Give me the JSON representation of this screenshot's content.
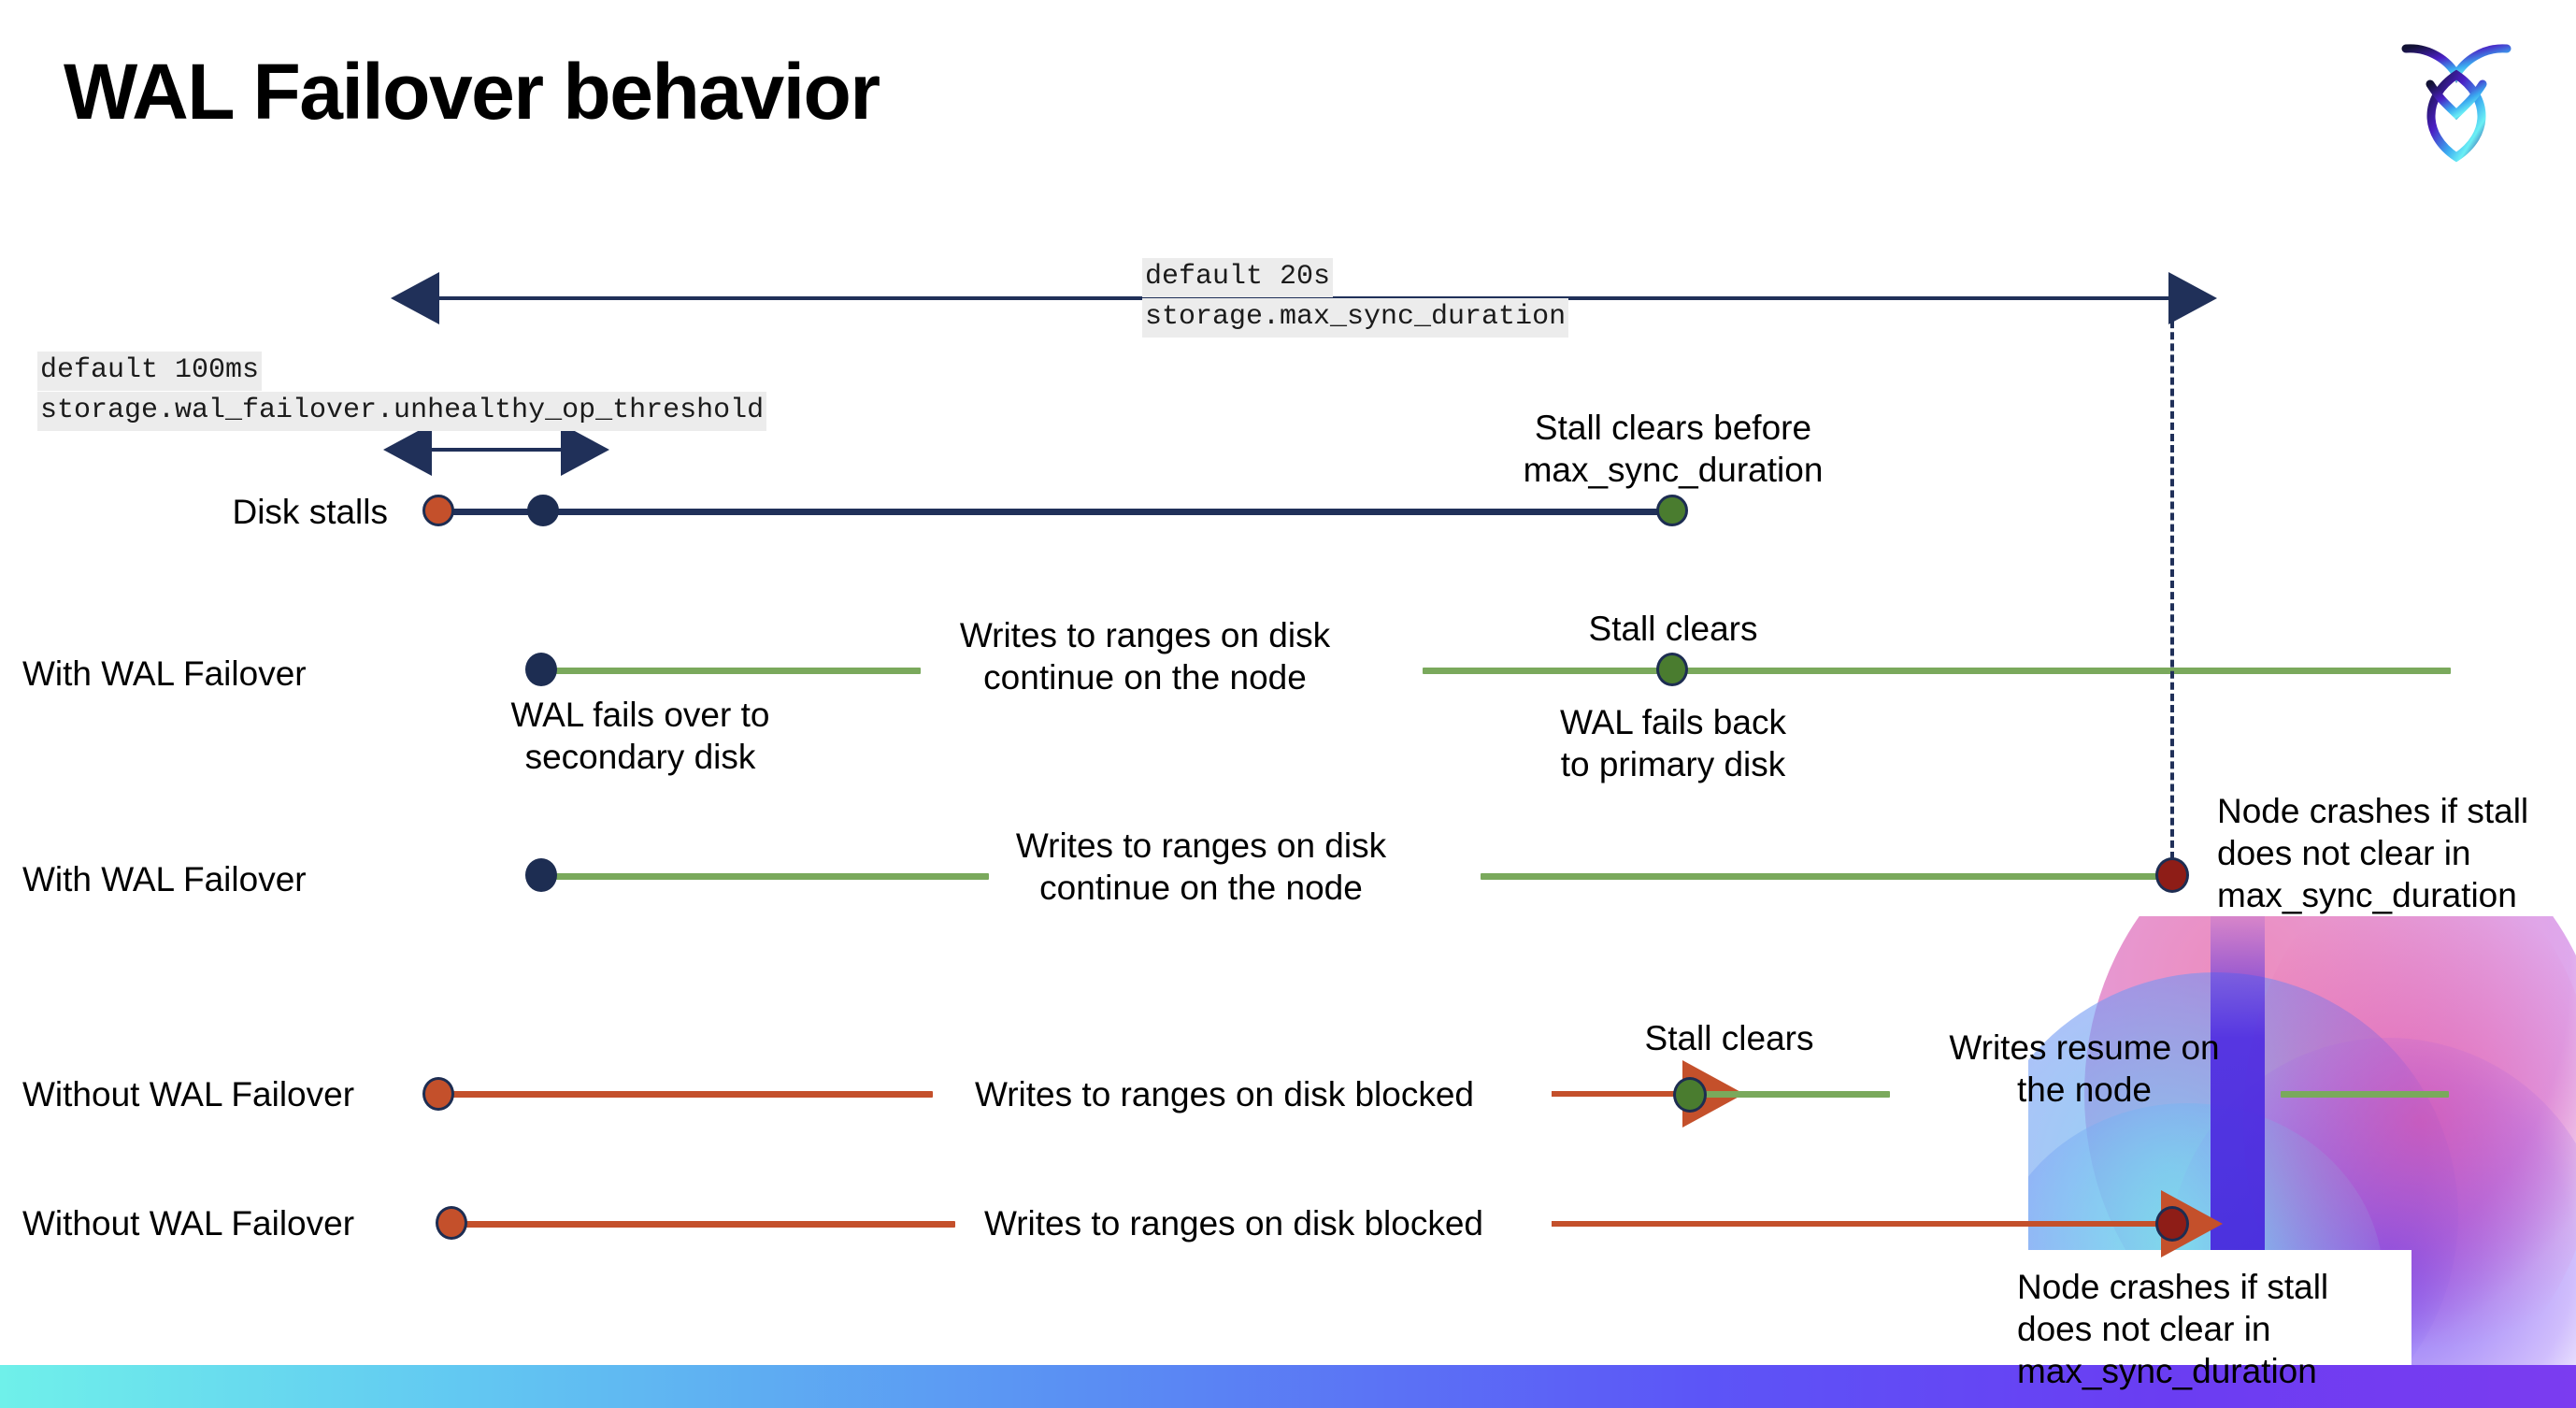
{
  "slide": {
    "title": "WAL Failover behavior",
    "logo_name": "cockroachdb-logo"
  },
  "annotations": {
    "max_sync": {
      "line1": "default 20s",
      "line2": "storage.max_sync_duration"
    },
    "unhealthy_threshold": {
      "line1": "default 100ms",
      "line2": "storage.wal_failover.unhealthy_op_threshold"
    }
  },
  "rows": [
    {
      "id": "disk-stalls",
      "label": "Disk stalls",
      "notes": [
        "Stall clears before\nmax_sync_duration"
      ]
    },
    {
      "id": "with-wal-failover-clears",
      "label": "With WAL Failover",
      "notes": [
        "WAL fails over to\nsecondary disk",
        "Writes to ranges on disk\ncontinue on the node",
        "Stall clears",
        "WAL fails  back\nto primary disk"
      ]
    },
    {
      "id": "with-wal-failover-crash",
      "label": "With WAL Failover",
      "notes": [
        "Writes to ranges on disk\ncontinue on the node",
        "Node crashes if stall\ndoes not clear in\nmax_sync_duration"
      ]
    },
    {
      "id": "without-wal-failover-clears",
      "label": "Without WAL Failover",
      "notes": [
        "Writes to ranges on disk  blocked",
        "Stall clears",
        "Writes resume on\nthe node"
      ]
    },
    {
      "id": "without-wal-failover-crash",
      "label": "Without WAL Failover",
      "notes": [
        "Writes to ranges on disk  blocked",
        "Node crashes if stall\ndoes not clear in\nmax_sync_duration"
      ]
    }
  ],
  "colors": {
    "navy": "#1d2d52",
    "green_line": "#7aa95c",
    "green_dot": "#4a7c2f",
    "red_line": "#c4502b",
    "red_dot": "#c4502b",
    "crash_dot": "#8e1d17",
    "code_bg": "#ececec"
  }
}
